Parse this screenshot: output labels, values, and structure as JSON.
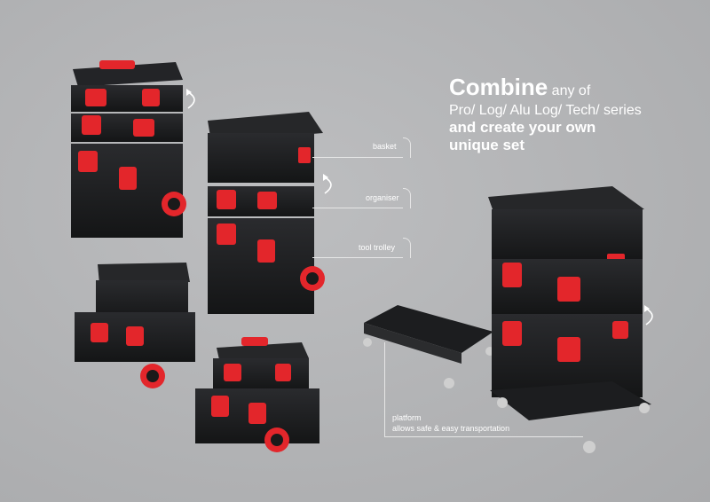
{
  "headline": {
    "word": "Combine",
    "rest1": " any of",
    "line2": "Pro/ Log/ Alu Log/ Tech/ series",
    "line3": "and create your own",
    "line4": "unique set"
  },
  "callouts": {
    "basket": "basket",
    "organiser": "organiser",
    "tool_trolley": "tool trolley",
    "platform": "platform",
    "platform_desc": "allows  safe & easy transportation"
  },
  "colors": {
    "accent": "#e3262b",
    "body": "#1e1f21",
    "background": "#b3b4b6"
  }
}
